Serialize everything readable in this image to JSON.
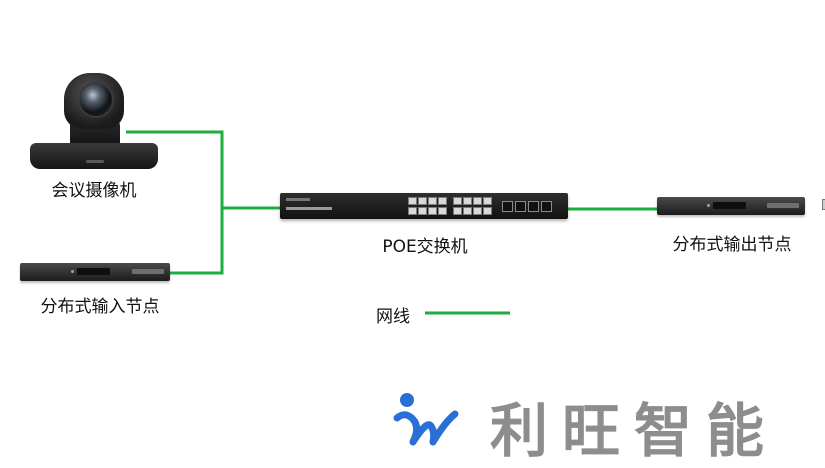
{
  "diagram": {
    "nodes": [
      {
        "id": "camera",
        "label": "会议摄像机"
      },
      {
        "id": "input_node",
        "label": "分布式输入节点"
      },
      {
        "id": "switch",
        "label": "POE交换机"
      },
      {
        "id": "output_node",
        "label": "分布式输出节点"
      }
    ],
    "edges": [
      {
        "from": "camera",
        "to": "switch",
        "type": "网线"
      },
      {
        "from": "input_node",
        "to": "switch",
        "type": "网线"
      },
      {
        "from": "switch",
        "to": "output_node",
        "type": "网线"
      }
    ],
    "legend": {
      "label": "网线",
      "color": "#1fae3c"
    }
  },
  "colors": {
    "link": "#1fae3c",
    "logo_blue": "#2a6fd6",
    "logo_text": "#8d8d8d"
  },
  "brand": {
    "name": "利旺智能"
  }
}
